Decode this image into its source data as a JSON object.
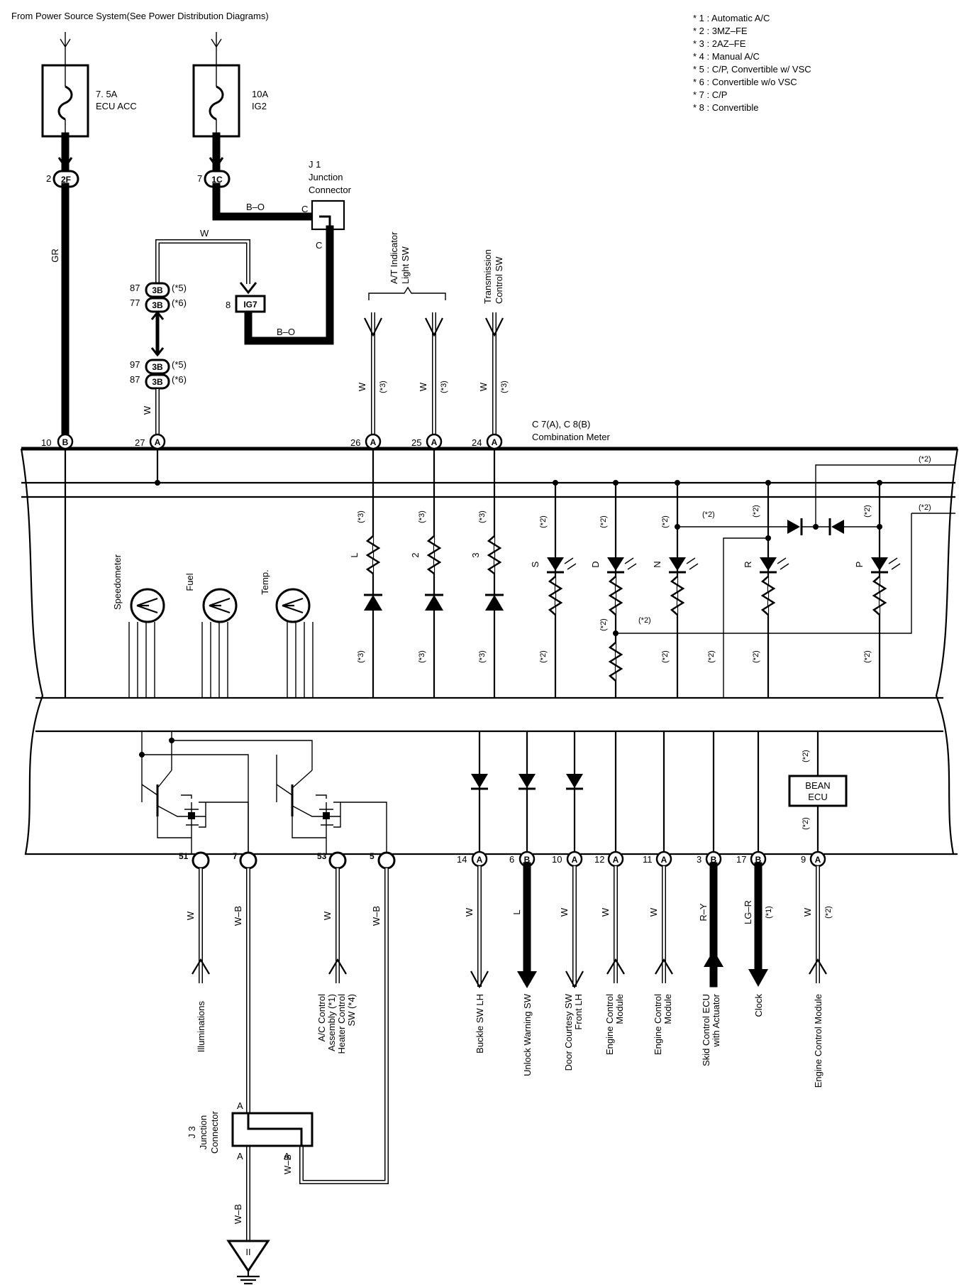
{
  "header": {
    "source": "From Power Source System(See Power Distribution Diagrams)",
    "notes": [
      "* 1 : Automatic A/C",
      "* 2 : 3MZ–FE",
      "* 3 : 2AZ–FE",
      "* 4 : Manual A/C",
      "* 5 : C/P,  Convertible w/ VSC",
      "* 6 : Convertible w/o VSC",
      "* 7 : C/P",
      "* 8 : Convertible"
    ]
  },
  "fuses": [
    {
      "rating": "7. 5A",
      "name": "ECU ACC"
    },
    {
      "rating": "10A",
      "name": "IG2"
    }
  ],
  "connectors": {
    "c2f": {
      "pin": "2",
      "id": "2F"
    },
    "c1c": {
      "pin": "7",
      "id": "1C"
    },
    "j1": {
      "title": "J 1",
      "line2": "Junction",
      "line3": "Connector",
      "pin_in": "C",
      "pin_out": "C"
    },
    "ig7": {
      "pin": "8",
      "id": "IG7"
    },
    "c3b": [
      {
        "pin": "87",
        "id": "3B",
        "note": "(*5)"
      },
      {
        "pin": "77",
        "id": "3B",
        "note": "(*6)"
      },
      {
        "pin": "97",
        "id": "3B",
        "note": "(*5)"
      },
      {
        "pin": "87",
        "id": "3B",
        "note": "(*6)"
      }
    ],
    "j3": {
      "title": "J 3",
      "line2": "Junction",
      "line3": "Connector",
      "pin_a": "A"
    }
  },
  "wires": {
    "gr": "GR",
    "bo": "B–O",
    "w": "W",
    "wb": "W–B",
    "l": "L",
    "ry": "R–Y",
    "lgr": "LG–R"
  },
  "top_switches": {
    "at_title": "A/T Indicator",
    "at_title2": "Light SW",
    "tc_title": "Transmission",
    "tc_title2": "Control SW",
    "note3": "(*3)"
  },
  "meter": {
    "name": "C 7(A), C 8(B)",
    "name2": "Combination Meter",
    "top_pins": [
      {
        "num": "10",
        "id": "B"
      },
      {
        "num": "27",
        "id": "A"
      },
      {
        "num": "26",
        "id": "A"
      },
      {
        "num": "25",
        "id": "A"
      },
      {
        "num": "24",
        "id": "A"
      }
    ],
    "gauges": [
      "Speedometer",
      "Fuel",
      "Temp."
    ],
    "indicators_at": [
      "L",
      "2",
      "3"
    ],
    "indicators_led": [
      "S",
      "D",
      "N",
      "R",
      "P"
    ],
    "note2": "(*2)",
    "note3": "(*3)",
    "note1": "(*1)",
    "bean": "BEAN",
    "bean2": "ECU",
    "bottom_pins": [
      {
        "num": "51"
      },
      {
        "num": "7"
      },
      {
        "num": "53"
      },
      {
        "num": "5"
      },
      {
        "num": "14",
        "id": "A"
      },
      {
        "num": "6",
        "id": "B"
      },
      {
        "num": "10",
        "id": "A"
      },
      {
        "num": "12",
        "id": "A"
      },
      {
        "num": "11",
        "id": "A"
      },
      {
        "num": "3",
        "id": "B"
      },
      {
        "num": "17",
        "id": "B"
      },
      {
        "num": "9",
        "id": "A"
      }
    ]
  },
  "destinations": {
    "illum": "Illuminations",
    "ac1": "A/C Control",
    "ac2": "Assembly (*1)",
    "ac3": "Heater Control",
    "ac4": "SW (*4)",
    "buckle": "Buckle SW LH",
    "unlock": "Unlock Warning SW",
    "door1": "Door Courtesy SW",
    "door2": "Front LH",
    "ecm1": "Engine Control",
    "ecm2": "Module",
    "skid1": "Skid Control ECU",
    "skid2": "with Actuator",
    "clock": "Clock",
    "ecm_full": "Engine Control Module"
  },
  "ground": {
    "id": "II"
  }
}
